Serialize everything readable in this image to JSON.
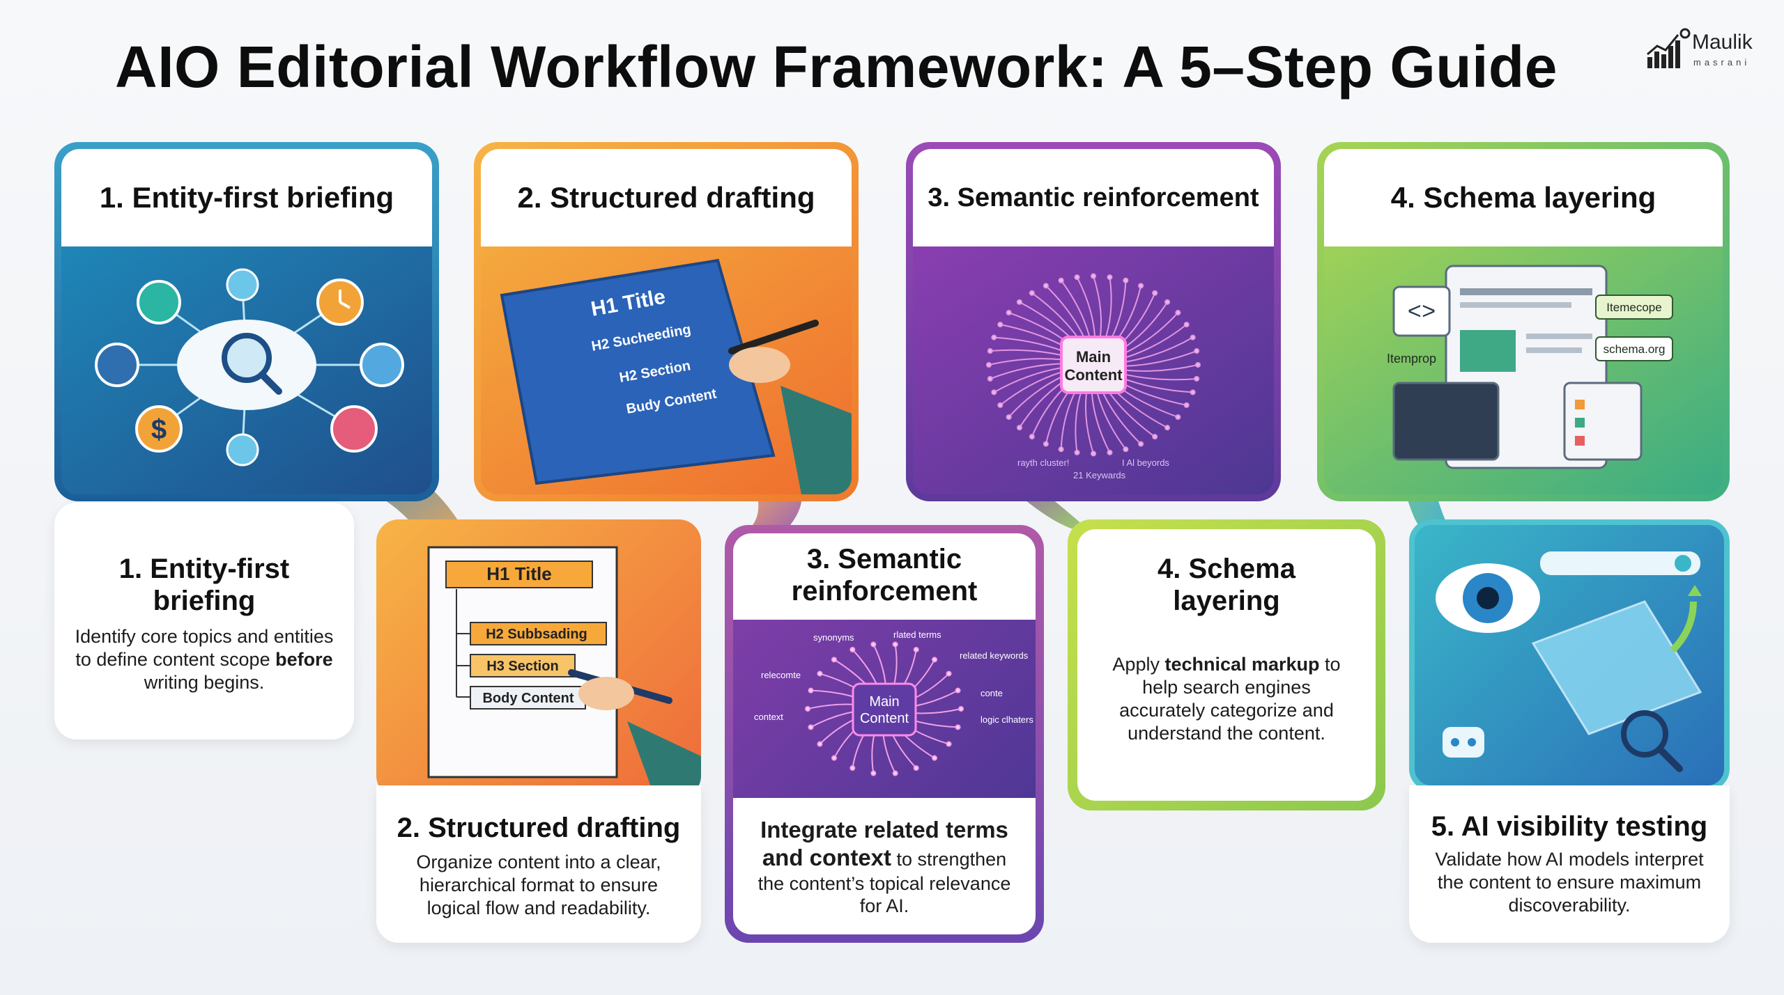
{
  "page": {
    "title": "AIO Editorial Workflow Framework: A 5–Step Guide",
    "logo": {
      "name": "Maulik",
      "sub": "masrani"
    }
  },
  "colors": {
    "step1": "#1f7fb0",
    "step2": "#f08a2a",
    "step3": "#7a3ea6",
    "step4": "#7cc24a",
    "step5": "#2aa7c6"
  },
  "top_cards": [
    {
      "label": "1. Entity-first briefing",
      "icons": [
        "brain-icon",
        "globe-icon",
        "search-icon",
        "dollar-icon",
        "clock-icon",
        "list-icon",
        "user-icon"
      ]
    },
    {
      "label": "2. Structured drafting",
      "art": {
        "h1": "H1 Title",
        "h2": "H2 Sucheeding",
        "h2b": "H2 Section",
        "body": "Budy Content"
      }
    },
    {
      "label": "3. Semantic reinforcement",
      "art": {
        "center": [
          "Main",
          "Content"
        ],
        "foot1": "rayth cluster!",
        "foot2": "I Al beyords",
        "foot3": "21 Keywards"
      }
    },
    {
      "label": "4. Schema layering",
      "art": {
        "tag1": "Itemecope",
        "tag2": "schema.org",
        "tag3": "Itemprop"
      }
    }
  ],
  "steps": [
    {
      "title": "1. Entity-first briefing",
      "desc_a": "Identify core topics and entities to define content",
      "desc_b": "scope ",
      "desc_bold": "before",
      "desc_c": " writing begins."
    },
    {
      "title": "2. Structured drafting",
      "desc": "Organize content into a clear, hierarchical format to ensure logical flow and readability.",
      "art": {
        "h1": "H1 Title",
        "h2": "H2 Subbsading",
        "h3": "H3 Section",
        "body": "Body Content"
      }
    },
    {
      "title": "3. Semantic reinforcement",
      "desc_bold1": "Integrate related terms and context",
      "desc_rest": " to strengthen the content’s topical relevance for AI.",
      "art": {
        "center": [
          "Main",
          "Content"
        ],
        "terms": [
          "synonyms",
          "rlated terms",
          "related keywords",
          "relecomte",
          "context",
          "logic clhaters",
          "conte"
        ]
      }
    },
    {
      "title": "4. Schema layering",
      "desc_a": "Apply ",
      "desc_bold": "technical markup",
      "desc_b": " to help search engines accurately categorize and understand the content."
    },
    {
      "title": "5. AI visibility testing",
      "desc": "Validate how AI models interpret the content to ensure maximum discoverability."
    }
  ]
}
